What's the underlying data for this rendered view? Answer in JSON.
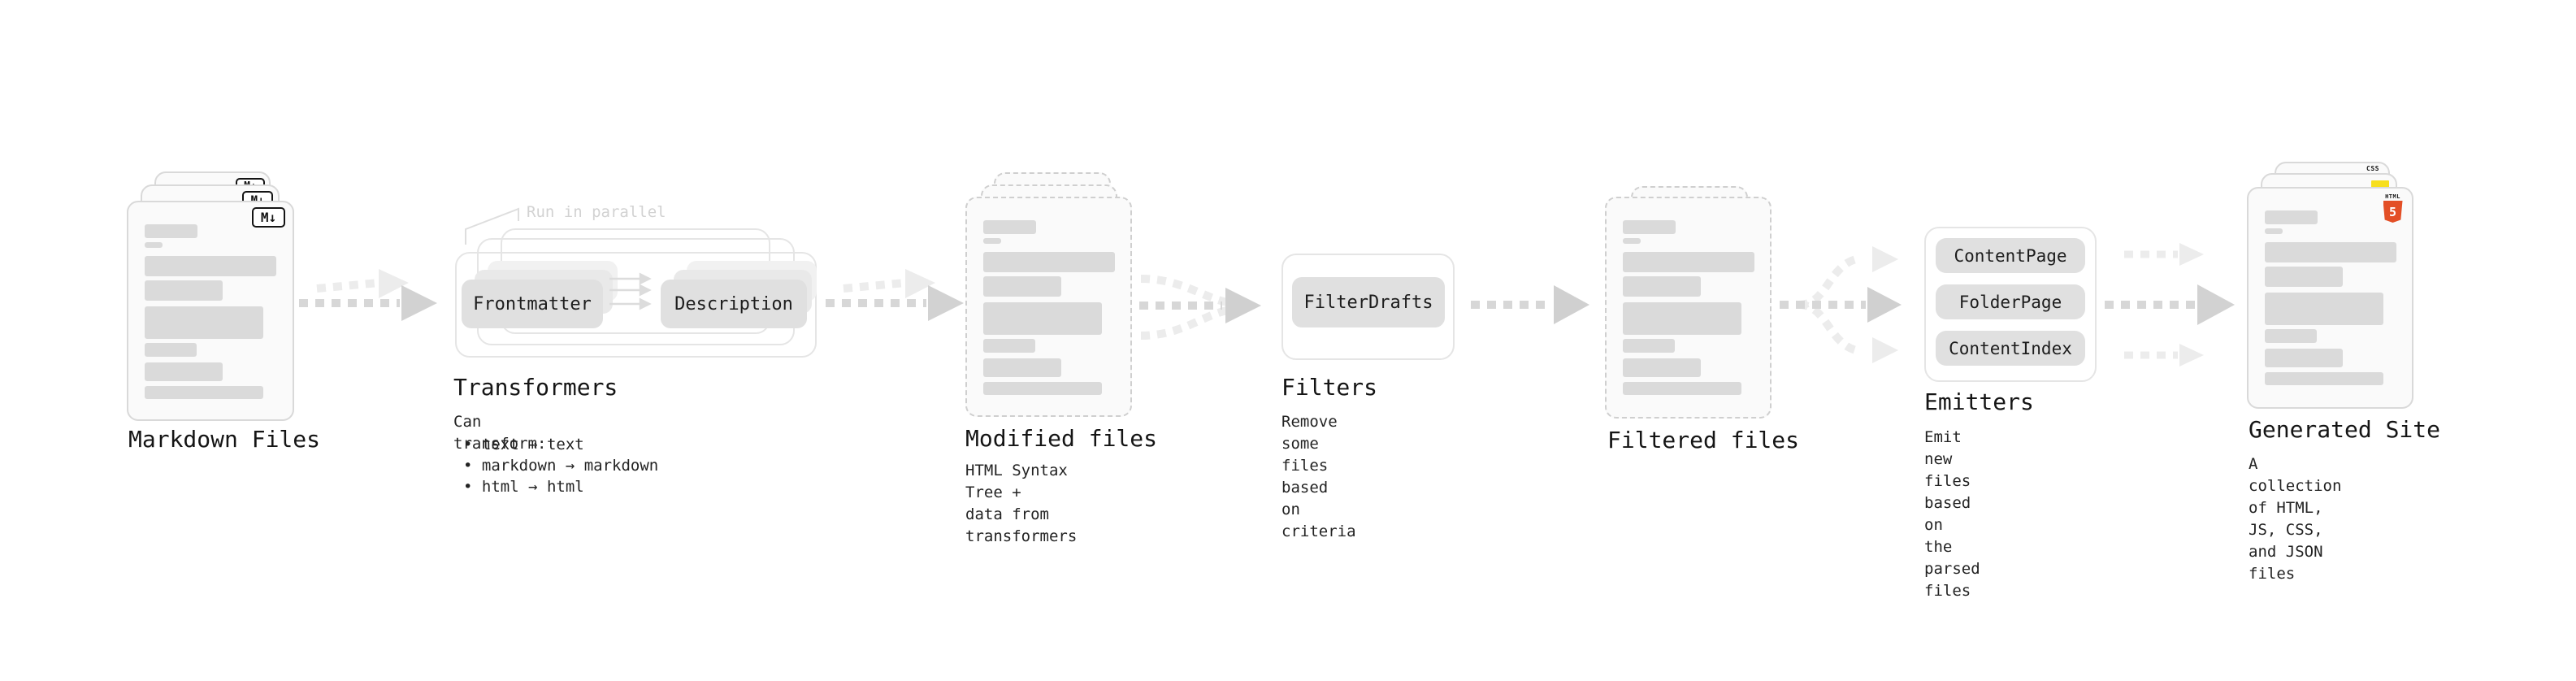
{
  "colors": {
    "html5_orange": "#e34f26",
    "js_yellow": "#f7df1e",
    "css_blue": "#2563eb",
    "arrow_dark": "#d7d7d7",
    "arrow_light": "#ececec",
    "pill_bg": "#e0e0e0",
    "card_bg": "#fafafa",
    "bar_gray": "#dadada"
  },
  "file_bars": [
    {
      "mt": 27,
      "w": 65,
      "h": 17
    },
    {
      "mt": 5,
      "w": 22,
      "h": 7
    },
    {
      "mt": 10,
      "w": 162,
      "h": 25
    },
    {
      "mt": 5,
      "w": 96,
      "h": 25
    },
    {
      "mt": 7,
      "w": 146,
      "h": 40
    },
    {
      "mt": 5,
      "w": 64,
      "h": 17
    },
    {
      "mt": 7,
      "w": 96,
      "h": 23
    },
    {
      "mt": 6,
      "w": 146,
      "h": 16
    }
  ],
  "stages": {
    "markdown": {
      "title": "Markdown Files",
      "badge": "M↓"
    },
    "transformers": {
      "title": "Transformers",
      "callout": "Run in parallel",
      "pill_frontmatter": "Frontmatter",
      "pill_description": "Description",
      "desc_heading": "Can transform:",
      "bullets": [
        "• text → text",
        "• markdown → markdown",
        "• html → html"
      ]
    },
    "modified": {
      "title": "Modified files",
      "desc": "HTML Syntax Tree +\ndata from transformers"
    },
    "filters": {
      "title": "Filters",
      "pill": "FilterDrafts",
      "desc": "Remove some files based\non criteria"
    },
    "filtered": {
      "title": "Filtered files"
    },
    "emitters": {
      "title": "Emitters",
      "pills": [
        "ContentPage",
        "FolderPage",
        "ContentIndex"
      ],
      "desc": "Emit new files based on\nthe parsed files"
    },
    "generated": {
      "title": "Generated Site",
      "desc": "A collection of HTML,\nJS, CSS, and JSON files",
      "css_badge": "CSS",
      "html_badge": "HTML",
      "html_number": "5"
    }
  }
}
